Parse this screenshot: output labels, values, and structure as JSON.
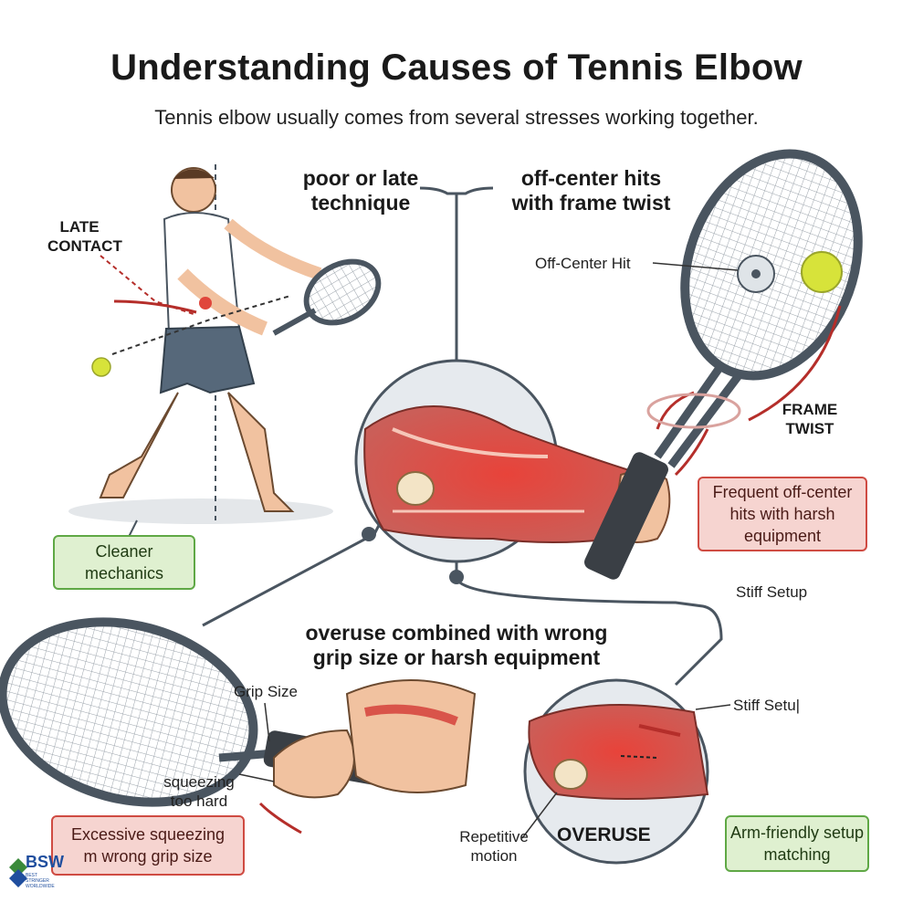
{
  "title": "Understanding Causes of Tennis Elbow",
  "subtitle": "Tennis elbow usually comes from several stresses working together.",
  "headings": {
    "technique": "poor or late technique",
    "off_center": "off-center hits with frame twist",
    "overuse": "overuse combined with wrong grip size or harsh equipment"
  },
  "labels": {
    "late_contact": "LATE CONTACT",
    "off_center_hit": "Off-Center Hit",
    "frame_twist": "FRAME TWIST",
    "stiff_setup_1": "Stiff Setup",
    "grip_size": "Grip Size",
    "squeezing": "squeezing too hard",
    "stiff_setup_2": "Stiff Setu|",
    "repetitive_motion": "Repetitive motion",
    "overuse": "OVERUSE"
  },
  "boxes": {
    "cleaner_mechanics": "Cleaner mechanics",
    "frequent_hits": "Frequent off-center hits with harsh equipment",
    "excessive_squeezing": "Excessive squeezing m wrong grip size",
    "arm_friendly": "Arm-friendly setup matching"
  },
  "logo": {
    "text": "BSW",
    "sub": "BEST STRINGER WORLDWIDE"
  },
  "colors": {
    "muscle": "#d9544a",
    "connector": "#4a5560",
    "green_box": "#dff0d0",
    "red_box": "#f6d4d0",
    "ball": "#d7e33a"
  }
}
